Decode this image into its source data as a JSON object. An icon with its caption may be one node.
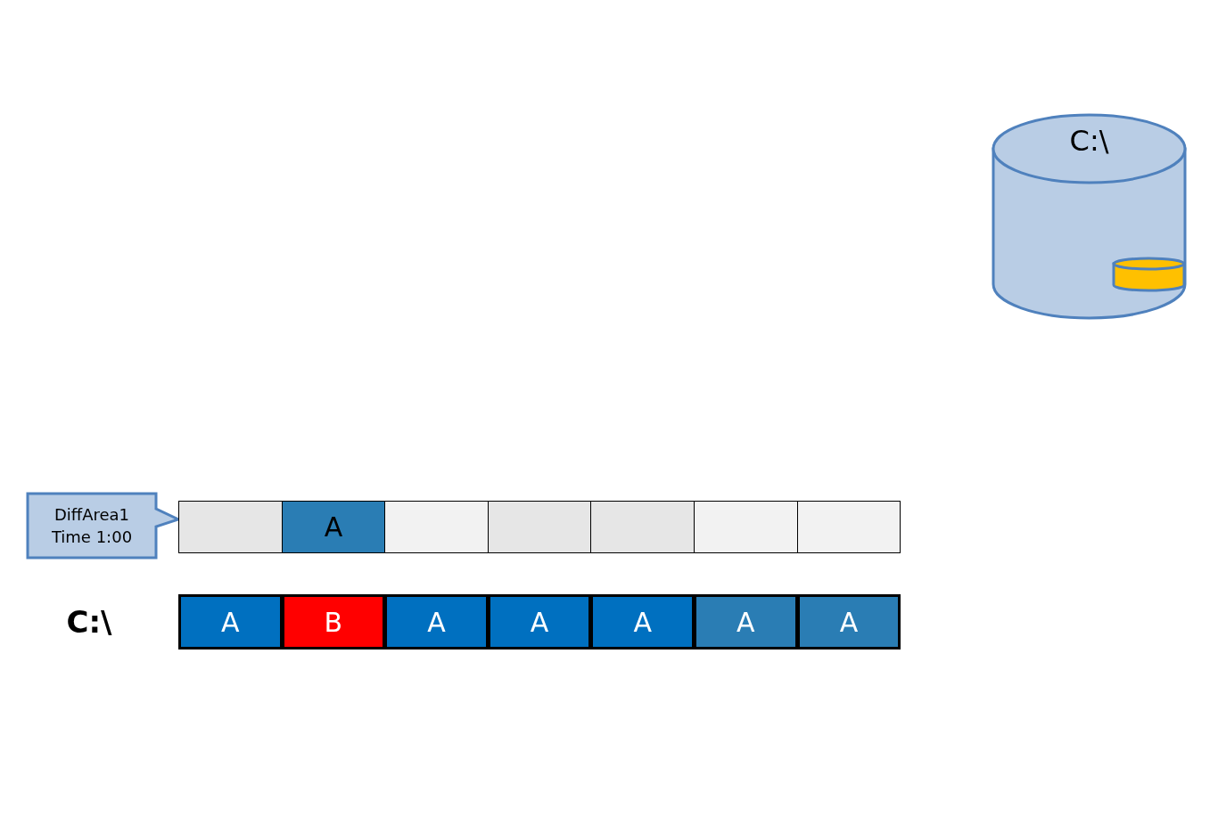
{
  "diagram": {
    "nodes": [
      {
        "text": [
          "C:\\"
        ]
      },
      {
        "text": [],
        "shape": "cylinder",
        "in": 0
      },
      {
        "text": [
          "DiffArea1 Time 1:00"
        ]
      },
      {
        "text": [],
        "shape": "box"
      },
      {
        "text": [
          "A"
        ]
      },
      {
        "text": [],
        "shape": "box"
      },
      {
        "text": [],
        "shape": "box"
      },
      {
        "text": [],
        "shape": "box"
      },
      {
        "text": [],
        "shape": "box"
      },
      {
        "text": [],
        "shape": "box"
      },
      {
        "text": [
          "A"
        ]
      },
      {
        "text": [
          "B"
        ]
      },
      {
        "text": [
          "A"
        ]
      },
      {
        "text": [
          "A"
        ]
      },
      {
        "text": [
          "A"
        ]
      },
      {
        "text": [
          "A"
        ]
      },
      {
        "text": [
          "A"
        ]
      }
    ],
    "edges": [],
    "labels": [
      "C:\\"
    ]
  }
}
